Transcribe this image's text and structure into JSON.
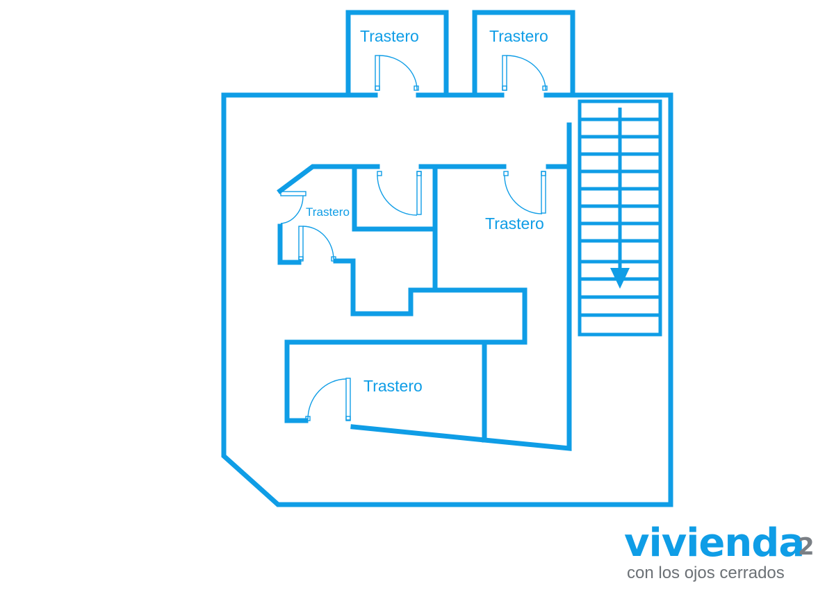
{
  "rooms": {
    "trastero_top_left": "Trastero",
    "trastero_top_right": "Trastero",
    "trastero_small": "Trastero",
    "trastero_middle": "Trastero",
    "trastero_bottom": "Trastero"
  },
  "logo": {
    "name": "vivienda",
    "superscript": "2",
    "tagline": "con los ojos cerrados"
  },
  "colors": {
    "walls": "#0f9de6",
    "logo_primary": "#0f9de6",
    "logo_secondary": "#6b7075"
  }
}
